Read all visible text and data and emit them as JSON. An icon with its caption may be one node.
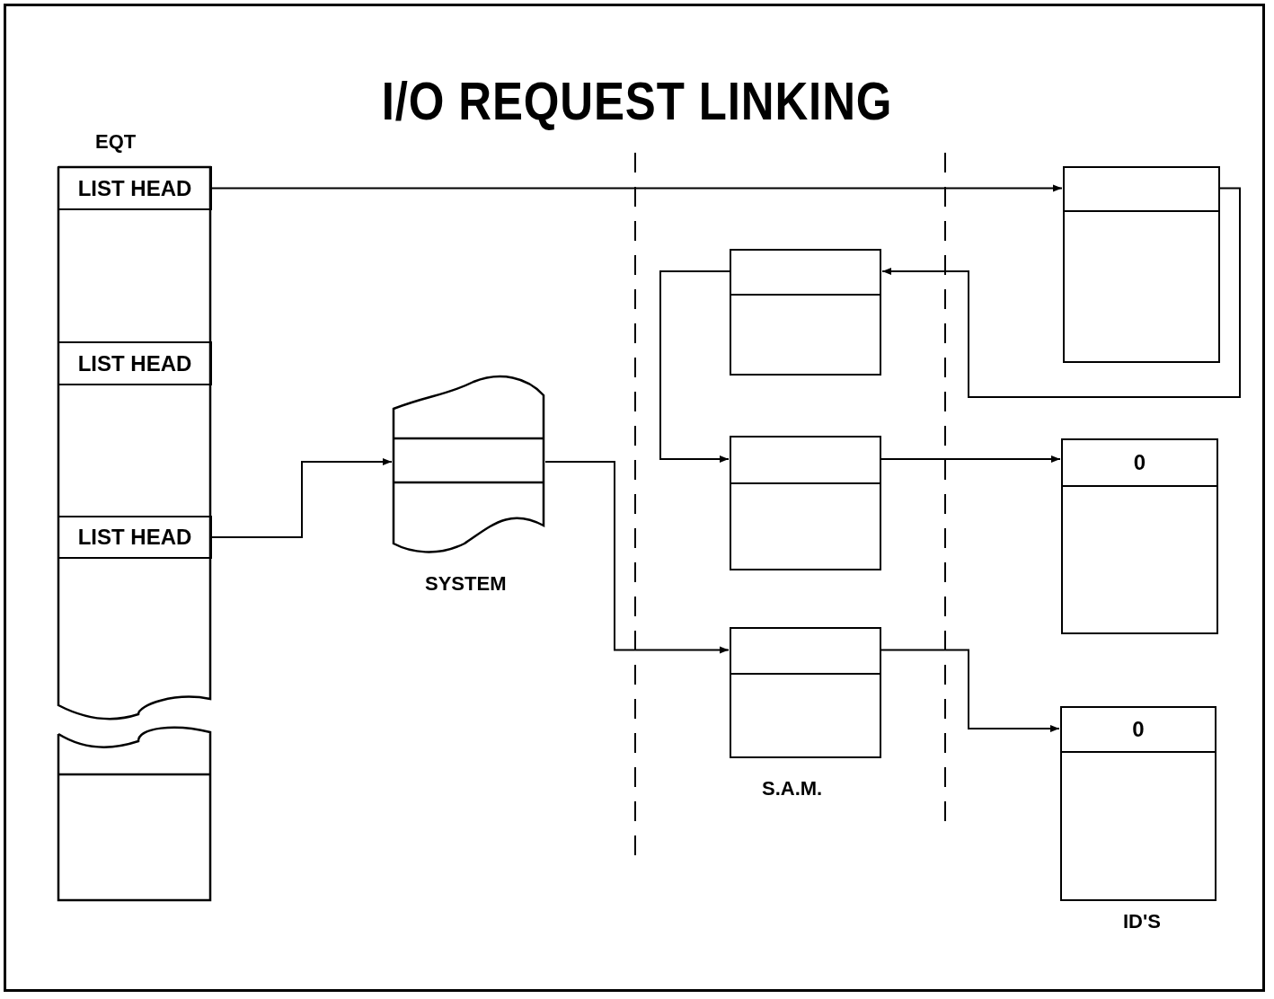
{
  "diagram": {
    "title": "I/O REQUEST LINKING",
    "nodes": [
      {
        "text": [
          "EQT"
        ]
      },
      {
        "text": [
          "LIST HEAD"
        ],
        "in": 0
      },
      {
        "text": [
          "LIST HEAD"
        ],
        "in": 0
      },
      {
        "text": [
          "LIST HEAD"
        ],
        "in": 0
      },
      {
        "text": [
          "SYSTEM"
        ]
      },
      {
        "text": [],
        "shape": "box"
      },
      {
        "text": [],
        "shape": "box"
      },
      {
        "text": [],
        "shape": "box"
      },
      {
        "text": [],
        "shape": "box"
      },
      {
        "text": [
          "0"
        ]
      },
      {
        "text": [
          "0"
        ]
      }
    ],
    "edges": [
      {
        "from": 1,
        "to": 8,
        "arrow": "to"
      },
      {
        "from": 8,
        "to": 5,
        "arrow": "to"
      },
      {
        "from": 5,
        "to": 6,
        "arrow": "to"
      },
      {
        "from": 6,
        "to": 9,
        "arrow": "to"
      },
      {
        "from": 3,
        "to": 4,
        "arrow": "to"
      },
      {
        "from": 4,
        "to": 7,
        "arrow": "to"
      },
      {
        "from": 7,
        "to": 10,
        "arrow": "to"
      }
    ],
    "labels": [
      "S.A.M.",
      "ID'S"
    ]
  }
}
